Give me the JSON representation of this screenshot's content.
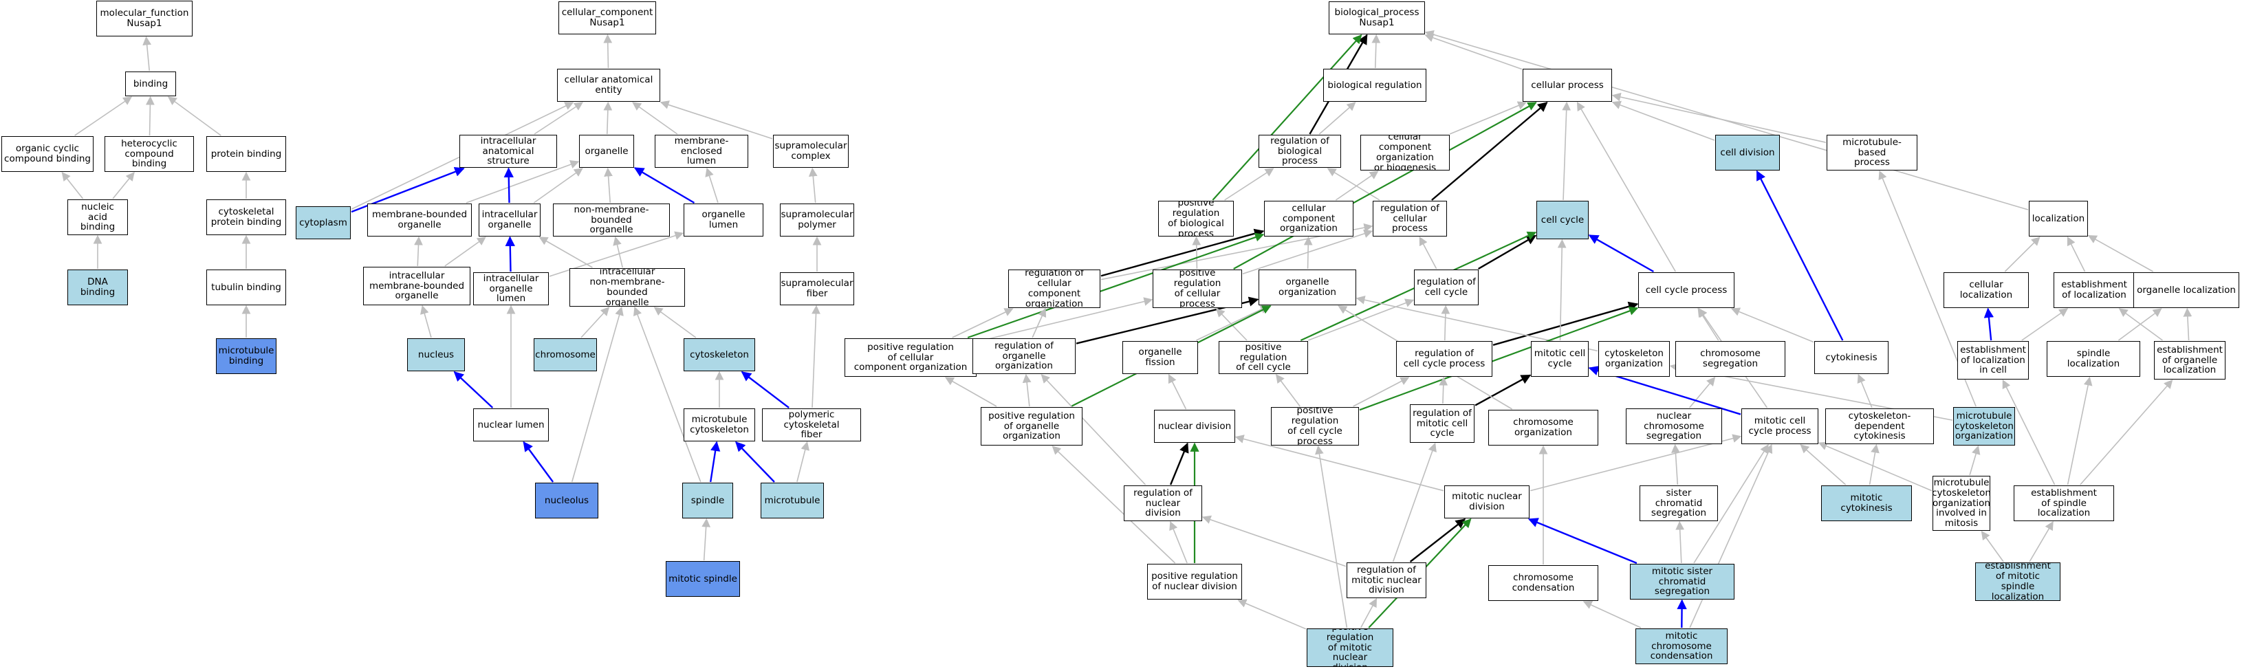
{
  "colors": {
    "default_fill": "#ffffff",
    "annotated_fill": "#add8e6",
    "highlight_fill": "#6495ed",
    "edge_gray": "#bebebe",
    "edge_black": "#000000",
    "edge_blue": "#0000ff",
    "edge_green": "#228b22"
  },
  "nodes": [
    {
      "id": "mf",
      "label": "molecular_function\nNusap1",
      "fill": "white"
    },
    {
      "id": "binding",
      "label": "binding",
      "fill": "white"
    },
    {
      "id": "organic_cyclic",
      "label": "organic cyclic\ncompound binding",
      "fill": "white"
    },
    {
      "id": "heterocyclic",
      "label": "heterocyclic\ncompound binding",
      "fill": "white"
    },
    {
      "id": "protein_binding",
      "label": "protein binding",
      "fill": "white"
    },
    {
      "id": "nucleic_acid",
      "label": "nucleic acid\nbinding",
      "fill": "white"
    },
    {
      "id": "cytoskeletal_pb",
      "label": "cytoskeletal\nprotein binding",
      "fill": "white"
    },
    {
      "id": "dna_binding",
      "label": "DNA binding",
      "fill": "light"
    },
    {
      "id": "tubulin_binding",
      "label": "tubulin binding",
      "fill": "white"
    },
    {
      "id": "mt_binding",
      "label": "microtubule\nbinding",
      "fill": "dark"
    },
    {
      "id": "cc",
      "label": "cellular_component\nNusap1",
      "fill": "white"
    },
    {
      "id": "cae",
      "label": "cellular anatomical\nentity",
      "fill": "white"
    },
    {
      "id": "ias",
      "label": "intracellular\nanatomical structure",
      "fill": "white"
    },
    {
      "id": "organelle",
      "label": "organelle",
      "fill": "white"
    },
    {
      "id": "mel",
      "label": "membrane-enclosed\nlumen",
      "fill": "white"
    },
    {
      "id": "smc",
      "label": "supramolecular\ncomplex",
      "fill": "white"
    },
    {
      "id": "cytoplasm",
      "label": "cytoplasm",
      "fill": "light"
    },
    {
      "id": "mbo",
      "label": "membrane-bounded\norganelle",
      "fill": "white"
    },
    {
      "id": "io",
      "label": "intracellular\norganelle",
      "fill": "white"
    },
    {
      "id": "nmbo",
      "label": "non-membrane-bounded\norganelle",
      "fill": "white"
    },
    {
      "id": "ol",
      "label": "organelle lumen",
      "fill": "white"
    },
    {
      "id": "smp",
      "label": "supramolecular\npolymer",
      "fill": "white"
    },
    {
      "id": "imbo",
      "label": "intracellular\nmembrane-bounded\norganelle",
      "fill": "white"
    },
    {
      "id": "iol",
      "label": "intracellular\norganelle lumen",
      "fill": "white"
    },
    {
      "id": "inmbo",
      "label": "intracellular\nnon-membrane-bounded\norganelle",
      "fill": "white"
    },
    {
      "id": "smf",
      "label": "supramolecular\nfiber",
      "fill": "white"
    },
    {
      "id": "nucleus",
      "label": "nucleus",
      "fill": "light"
    },
    {
      "id": "chromosome",
      "label": "chromosome",
      "fill": "light"
    },
    {
      "id": "cytoskeleton",
      "label": "cytoskeleton",
      "fill": "light"
    },
    {
      "id": "nl",
      "label": "nuclear lumen",
      "fill": "white"
    },
    {
      "id": "mtc",
      "label": "microtubule\ncytoskeleton",
      "fill": "white"
    },
    {
      "id": "pcf",
      "label": "polymeric cytoskeletal\nfiber",
      "fill": "white"
    },
    {
      "id": "nucleolus",
      "label": "nucleolus",
      "fill": "dark"
    },
    {
      "id": "spindle",
      "label": "spindle",
      "fill": "light"
    },
    {
      "id": "microtubule",
      "label": "microtubule",
      "fill": "light"
    },
    {
      "id": "mitotic_spindle",
      "label": "mitotic spindle",
      "fill": "dark"
    },
    {
      "id": "bp",
      "label": "biological_process\nNusap1",
      "fill": "white"
    },
    {
      "id": "bio_reg",
      "label": "biological regulation",
      "fill": "white"
    },
    {
      "id": "cell_proc",
      "label": "cellular process",
      "fill": "white"
    },
    {
      "id": "reg_bp",
      "label": "regulation of\nbiological process",
      "fill": "white"
    },
    {
      "id": "ccob",
      "label": "cellular component\norganization\nor biogenesis",
      "fill": "white"
    },
    {
      "id": "cell_div",
      "label": "cell division",
      "fill": "light"
    },
    {
      "id": "mtbp",
      "label": "microtubule-based\nprocess",
      "fill": "white"
    },
    {
      "id": "prbp",
      "label": "positive regulation\nof biological\nprocess",
      "fill": "white"
    },
    {
      "id": "cco",
      "label": "cellular component\norganization",
      "fill": "white"
    },
    {
      "id": "rcp",
      "label": "regulation of\ncellular process",
      "fill": "white"
    },
    {
      "id": "cell_cycle",
      "label": "cell cycle",
      "fill": "light"
    },
    {
      "id": "localization",
      "label": "localization",
      "fill": "white"
    },
    {
      "id": "rcco",
      "label": "regulation of\ncellular component\norganization",
      "fill": "white"
    },
    {
      "id": "prcp",
      "label": "positive regulation\nof cellular\nprocess",
      "fill": "white"
    },
    {
      "id": "oo",
      "label": "organelle organization",
      "fill": "white"
    },
    {
      "id": "rcc",
      "label": "regulation of\ncell cycle",
      "fill": "white"
    },
    {
      "id": "ccp",
      "label": "cell cycle process",
      "fill": "white"
    },
    {
      "id": "cell_loc",
      "label": "cellular localization",
      "fill": "white"
    },
    {
      "id": "eol",
      "label": "establishment\nof localization",
      "fill": "white"
    },
    {
      "id": "org_loc",
      "label": "organelle localization",
      "fill": "white"
    },
    {
      "id": "prcco",
      "label": "positive regulation\nof cellular\ncomponent organization",
      "fill": "white"
    },
    {
      "id": "roo",
      "label": "regulation of\norganelle organization",
      "fill": "white"
    },
    {
      "id": "of",
      "label": "organelle fission",
      "fill": "white"
    },
    {
      "id": "prcc",
      "label": "positive regulation\nof cell cycle",
      "fill": "white"
    },
    {
      "id": "rccp",
      "label": "regulation of\ncell cycle process",
      "fill": "white"
    },
    {
      "id": "mcc",
      "label": "mitotic cell\ncycle",
      "fill": "white"
    },
    {
      "id": "cyto_org",
      "label": "cytoskeleton\norganization",
      "fill": "white"
    },
    {
      "id": "chrom_seg",
      "label": "chromosome segregation",
      "fill": "white"
    },
    {
      "id": "cytokinesis",
      "label": "cytokinesis",
      "fill": "white"
    },
    {
      "id": "eolc",
      "label": "establishment\nof localization\nin cell",
      "fill": "white"
    },
    {
      "id": "spindle_loc",
      "label": "spindle localization",
      "fill": "white"
    },
    {
      "id": "eool",
      "label": "establishment\nof organelle\nlocalization",
      "fill": "white"
    },
    {
      "id": "proo",
      "label": "positive regulation\nof organelle\norganization",
      "fill": "white"
    },
    {
      "id": "nuc_div",
      "label": "nuclear division",
      "fill": "white"
    },
    {
      "id": "prccp",
      "label": "positive regulation\nof cell cycle\nprocess",
      "fill": "white"
    },
    {
      "id": "rmcc",
      "label": "regulation of\nmitotic cell\ncycle",
      "fill": "white"
    },
    {
      "id": "chrom_org",
      "label": "chromosome organization",
      "fill": "white"
    },
    {
      "id": "ncs",
      "label": "nuclear chromosome\nsegregation",
      "fill": "white"
    },
    {
      "id": "mccp",
      "label": "mitotic cell\ncycle process",
      "fill": "white"
    },
    {
      "id": "cdc",
      "label": "cytoskeleton-dependent\ncytokinesis",
      "fill": "white"
    },
    {
      "id": "mco",
      "label": "microtubule\ncytoskeleton\norganization",
      "fill": "light"
    },
    {
      "id": "rnd",
      "label": "regulation of\nnuclear division",
      "fill": "white"
    },
    {
      "id": "mnd",
      "label": "mitotic nuclear\ndivision",
      "fill": "white"
    },
    {
      "id": "scs",
      "label": "sister chromatid\nsegregation",
      "fill": "white"
    },
    {
      "id": "mito_cyto",
      "label": "mitotic cytokinesis",
      "fill": "light"
    },
    {
      "id": "mcoim",
      "label": "microtubule\ncytoskeleton\norganization\ninvolved in\nmitosis",
      "fill": "white"
    },
    {
      "id": "esl",
      "label": "establishment\nof spindle localization",
      "fill": "white"
    },
    {
      "id": "prnd",
      "label": "positive regulation\nof nuclear division",
      "fill": "white"
    },
    {
      "id": "rmnd",
      "label": "regulation of\nmitotic nuclear\ndivision",
      "fill": "white"
    },
    {
      "id": "chrom_cond",
      "label": "chromosome condensation",
      "fill": "white"
    },
    {
      "id": "mscs",
      "label": "mitotic sister\nchromatid segregation",
      "fill": "light"
    },
    {
      "id": "emsl",
      "label": "establishment\nof mitotic spindle\nlocalization",
      "fill": "light"
    },
    {
      "id": "prmnd",
      "label": "positive regulation\nof mitotic nuclear\ndivision",
      "fill": "light"
    },
    {
      "id": "mcond",
      "label": "mitotic chromosome\ncondensation",
      "fill": "light"
    }
  ],
  "edges": [
    [
      "binding",
      "mf",
      "g"
    ],
    [
      "organic_cyclic",
      "binding",
      "g"
    ],
    [
      "heterocyclic",
      "binding",
      "g"
    ],
    [
      "protein_binding",
      "binding",
      "g"
    ],
    [
      "nucleic_acid",
      "organic_cyclic",
      "g"
    ],
    [
      "nucleic_acid",
      "heterocyclic",
      "g"
    ],
    [
      "cytoskeletal_pb",
      "protein_binding",
      "g"
    ],
    [
      "dna_binding",
      "nucleic_acid",
      "g"
    ],
    [
      "tubulin_binding",
      "cytoskeletal_pb",
      "g"
    ],
    [
      "mt_binding",
      "tubulin_binding",
      "g"
    ],
    [
      "cae",
      "cc",
      "g"
    ],
    [
      "ias",
      "cae",
      "g"
    ],
    [
      "organelle",
      "cae",
      "g"
    ],
    [
      "mel",
      "cae",
      "g"
    ],
    [
      "smc",
      "cae",
      "g"
    ],
    [
      "cytoplasm",
      "cae",
      "g"
    ],
    [
      "cytoplasm",
      "ias",
      "b"
    ],
    [
      "mbo",
      "organelle",
      "g"
    ],
    [
      "io",
      "ias",
      "b"
    ],
    [
      "io",
      "organelle",
      "g"
    ],
    [
      "nmbo",
      "organelle",
      "g"
    ],
    [
      "ol",
      "organelle",
      "b"
    ],
    [
      "ol",
      "mel",
      "g"
    ],
    [
      "smp",
      "smc",
      "g"
    ],
    [
      "imbo",
      "mbo",
      "g"
    ],
    [
      "imbo",
      "io",
      "g"
    ],
    [
      "iol",
      "io",
      "b"
    ],
    [
      "iol",
      "ol",
      "g"
    ],
    [
      "inmbo",
      "io",
      "g"
    ],
    [
      "inmbo",
      "nmbo",
      "g"
    ],
    [
      "smf",
      "smp",
      "g"
    ],
    [
      "nucleus",
      "imbo",
      "g"
    ],
    [
      "chromosome",
      "inmbo",
      "g"
    ],
    [
      "cytoskeleton",
      "inmbo",
      "g"
    ],
    [
      "nl",
      "nucleus",
      "b"
    ],
    [
      "nl",
      "iol",
      "g"
    ],
    [
      "mtc",
      "cytoskeleton",
      "g"
    ],
    [
      "pcf",
      "cytoskeleton",
      "b"
    ],
    [
      "pcf",
      "smf",
      "g"
    ],
    [
      "nucleolus",
      "nl",
      "b"
    ],
    [
      "nucleolus",
      "inmbo",
      "g"
    ],
    [
      "spindle",
      "mtc",
      "b"
    ],
    [
      "spindle",
      "inmbo",
      "g"
    ],
    [
      "microtubule",
      "mtc",
      "b"
    ],
    [
      "microtubule",
      "pcf",
      "g"
    ],
    [
      "mitotic_spindle",
      "spindle",
      "g"
    ],
    [
      "bio_reg",
      "bp",
      "g"
    ],
    [
      "cell_proc",
      "bp",
      "g"
    ],
    [
      "reg_bp",
      "bp",
      "k"
    ],
    [
      "reg_bp",
      "bio_reg",
      "g"
    ],
    [
      "ccob",
      "cell_proc",
      "g"
    ],
    [
      "cell_div",
      "cell_proc",
      "g"
    ],
    [
      "mtbp",
      "cell_proc",
      "g"
    ],
    [
      "prbp",
      "reg_bp",
      "g"
    ],
    [
      "prbp",
      "bp",
      "gr"
    ],
    [
      "cco",
      "ccob",
      "g"
    ],
    [
      "rcp",
      "reg_bp",
      "g"
    ],
    [
      "rcp",
      "cell_proc",
      "k"
    ],
    [
      "cell_cycle",
      "cell_proc",
      "g"
    ],
    [
      "localization",
      "bp",
      "g"
    ],
    [
      "rcco",
      "cco",
      "k"
    ],
    [
      "rcco",
      "rcp",
      "g"
    ],
    [
      "prcp",
      "prbp",
      "g"
    ],
    [
      "prcp",
      "rcp",
      "g"
    ],
    [
      "prcp",
      "cell_proc",
      "gr"
    ],
    [
      "oo",
      "cco",
      "g"
    ],
    [
      "rcc",
      "rcp",
      "g"
    ],
    [
      "rcc",
      "cell_cycle",
      "k"
    ],
    [
      "ccp",
      "cell_cycle",
      "b"
    ],
    [
      "ccp",
      "cell_proc",
      "g"
    ],
    [
      "cell_loc",
      "localization",
      "g"
    ],
    [
      "eol",
      "localization",
      "g"
    ],
    [
      "org_loc",
      "localization",
      "g"
    ],
    [
      "prcco",
      "rcco",
      "g"
    ],
    [
      "prcco",
      "prcp",
      "g"
    ],
    [
      "prcco",
      "cco",
      "gr"
    ],
    [
      "roo",
      "rcco",
      "g"
    ],
    [
      "roo",
      "oo",
      "k"
    ],
    [
      "of",
      "oo",
      "g"
    ],
    [
      "prcc",
      "rcc",
      "g"
    ],
    [
      "prcc",
      "prcp",
      "g"
    ],
    [
      "prcc",
      "cell_cycle",
      "gr"
    ],
    [
      "rccp",
      "rcc",
      "g"
    ],
    [
      "rccp",
      "ccp",
      "k"
    ],
    [
      "mcc",
      "cell_cycle",
      "g"
    ],
    [
      "cyto_org",
      "oo",
      "g"
    ],
    [
      "chrom_seg",
      "ccp",
      "g"
    ],
    [
      "cytokinesis",
      "ccp",
      "g"
    ],
    [
      "cytokinesis",
      "cell_div",
      "b"
    ],
    [
      "eolc",
      "cell_loc",
      "b"
    ],
    [
      "eolc",
      "eol",
      "g"
    ],
    [
      "spindle_loc",
      "org_loc",
      "g"
    ],
    [
      "eool",
      "org_loc",
      "g"
    ],
    [
      "eool",
      "eol",
      "g"
    ],
    [
      "proo",
      "roo",
      "g"
    ],
    [
      "proo",
      "prcco",
      "g"
    ],
    [
      "proo",
      "oo",
      "gr"
    ],
    [
      "nuc_div",
      "of",
      "g"
    ],
    [
      "prccp",
      "rccp",
      "g"
    ],
    [
      "prccp",
      "prcc",
      "g"
    ],
    [
      "prccp",
      "ccp",
      "gr"
    ],
    [
      "rmcc",
      "rccp",
      "g"
    ],
    [
      "rmcc",
      "mcc",
      "k"
    ],
    [
      "chrom_org",
      "oo",
      "g"
    ],
    [
      "ncs",
      "chrom_seg",
      "g"
    ],
    [
      "mccp",
      "mcc",
      "b"
    ],
    [
      "mccp",
      "ccp",
      "g"
    ],
    [
      "cdc",
      "cytokinesis",
      "g"
    ],
    [
      "mco",
      "cyto_org",
      "g"
    ],
    [
      "mco",
      "mtbp",
      "g"
    ],
    [
      "rnd",
      "roo",
      "g"
    ],
    [
      "rnd",
      "nuc_div",
      "k"
    ],
    [
      "mnd",
      "nuc_div",
      "g"
    ],
    [
      "mnd",
      "mccp",
      "g"
    ],
    [
      "scs",
      "ncs",
      "g"
    ],
    [
      "mito_cyto",
      "cdc",
      "g"
    ],
    [
      "mito_cyto",
      "mccp",
      "g"
    ],
    [
      "mcoim",
      "mco",
      "g"
    ],
    [
      "mcoim",
      "mccp",
      "g"
    ],
    [
      "esl",
      "spindle_loc",
      "g"
    ],
    [
      "esl",
      "eool",
      "g"
    ],
    [
      "esl",
      "eolc",
      "g"
    ],
    [
      "prnd",
      "rnd",
      "g"
    ],
    [
      "prnd",
      "proo",
      "g"
    ],
    [
      "prnd",
      "nuc_div",
      "gr"
    ],
    [
      "rmnd",
      "rnd",
      "g"
    ],
    [
      "rmnd",
      "rmcc",
      "g"
    ],
    [
      "rmnd",
      "mnd",
      "k"
    ],
    [
      "chrom_cond",
      "chrom_org",
      "g"
    ],
    [
      "mscs",
      "scs",
      "g"
    ],
    [
      "mscs",
      "mccp",
      "g"
    ],
    [
      "mscs",
      "mnd",
      "b"
    ],
    [
      "emsl",
      "esl",
      "g"
    ],
    [
      "emsl",
      "mcoim",
      "g"
    ],
    [
      "prmnd",
      "rmnd",
      "g"
    ],
    [
      "prmnd",
      "prnd",
      "g"
    ],
    [
      "prmnd",
      "prccp",
      "g"
    ],
    [
      "prmnd",
      "mnd",
      "gr"
    ],
    [
      "mcond",
      "chrom_cond",
      "g"
    ],
    [
      "mcond",
      "mscs",
      "b"
    ],
    [
      "mcond",
      "mccp",
      "g"
    ]
  ]
}
